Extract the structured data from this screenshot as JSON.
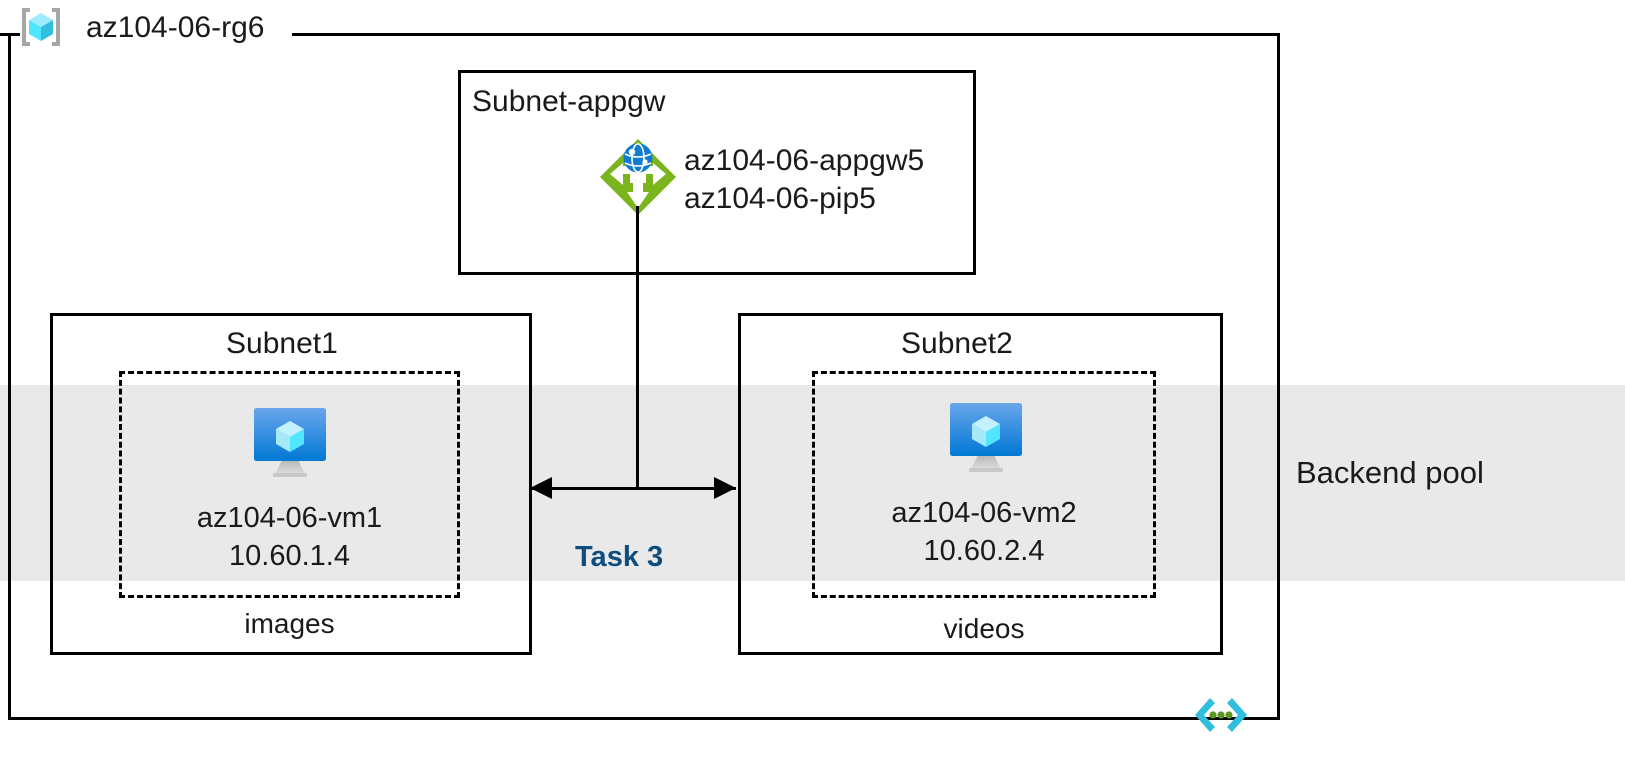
{
  "diagram": {
    "type": "azure-architecture",
    "title": "az104-06-rg6"
  },
  "resource_group": {
    "name": "az104-06-rg6",
    "icon": "resource-group-icon",
    "border_color": "#000000"
  },
  "backend_pool": {
    "label": "Backend pool",
    "band_color": "#e9e9e9"
  },
  "subnets": [
    {
      "id": "subnet-appgw",
      "title": "Subnet-appgw",
      "resources": [
        {
          "name": "az104-06-appgw5",
          "icon": "application-gateway-icon"
        },
        {
          "name": "az104-06-pip5",
          "icon": "public-ip-icon"
        }
      ]
    },
    {
      "id": "subnet1",
      "title": "Subnet1",
      "caption": "images",
      "vm": {
        "icon": "virtual-machine-icon",
        "name": "az104-06-vm1",
        "ip": "10.60.1.4"
      }
    },
    {
      "id": "subnet2",
      "title": "Subnet2",
      "caption": "videos",
      "vm": {
        "icon": "virtual-machine-icon",
        "name": "az104-06-vm2",
        "ip": "10.60.2.4"
      }
    }
  ],
  "annotations": {
    "task_label": "Task 3",
    "task_label_color": "#0e4d7e"
  },
  "icons": {
    "resource_group": "resource-group-icon",
    "application_gateway": "application-gateway-icon",
    "virtual_machine": "virtual-machine-icon",
    "template_brackets": "code-brackets-icon"
  },
  "colors": {
    "appgw_green": "#7ab51d",
    "appgw_globe_blue": "#0f7ccf",
    "vm_blue_light": "#5b9be8",
    "vm_blue_dark": "#0078d4",
    "cube_cyan": "#50e6ff",
    "band_gray": "#e9e9e9",
    "bracket_gray": "#a6a6a6",
    "template_cyan": "#32bedd",
    "template_green": "#5e9624"
  }
}
